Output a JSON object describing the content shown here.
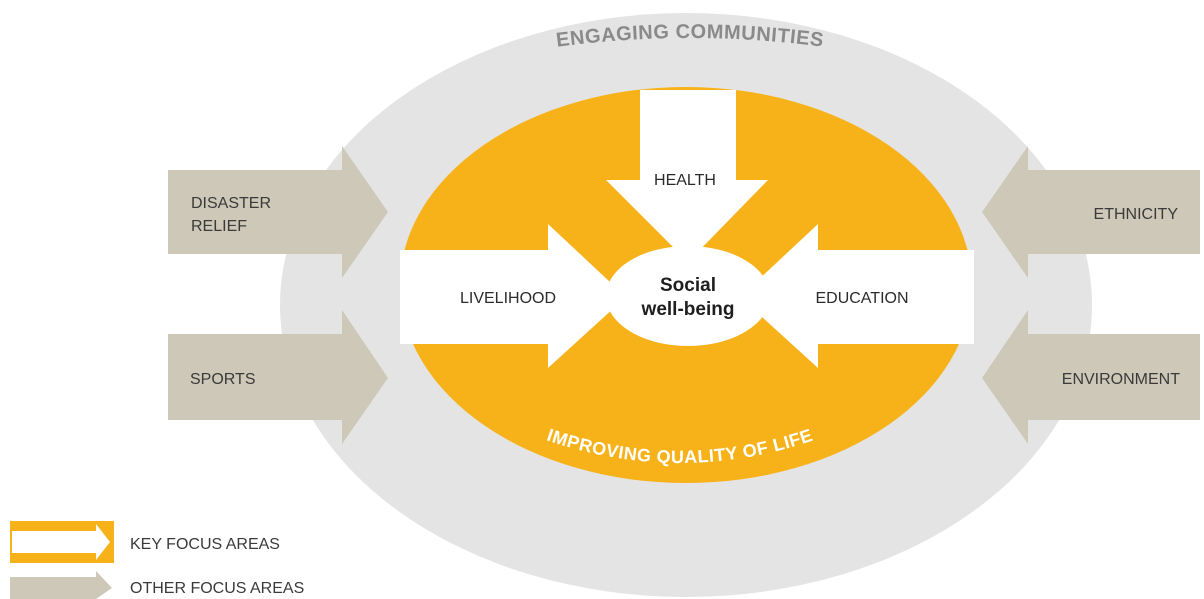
{
  "outer_ring": {
    "label": "ENGAGING COMMUNITIES",
    "color": "#e4e4e4"
  },
  "inner_ring": {
    "label": "IMPROVING QUALITY OF LIFE",
    "color": "#f7b219"
  },
  "center": {
    "line1": "Social",
    "line2": "well-being"
  },
  "key_focus_areas": {
    "top": "HEALTH",
    "left": "LIVELIHOOD",
    "right": "EDUCATION"
  },
  "other_focus_areas": {
    "left_top": {
      "line1": "DISASTER",
      "line2": "RELIEF"
    },
    "left_bottom": "SPORTS",
    "right_top": "ETHNICITY",
    "right_bottom": "ENVIRONMENT"
  },
  "legend": {
    "key": "KEY FOCUS AREAS",
    "other": "OTHER FOCUS AREAS"
  },
  "colors": {
    "key_arrow_fill": "#ffffff",
    "other_arrow_fill": "#cdc8b8",
    "accent": "#f7b219"
  }
}
